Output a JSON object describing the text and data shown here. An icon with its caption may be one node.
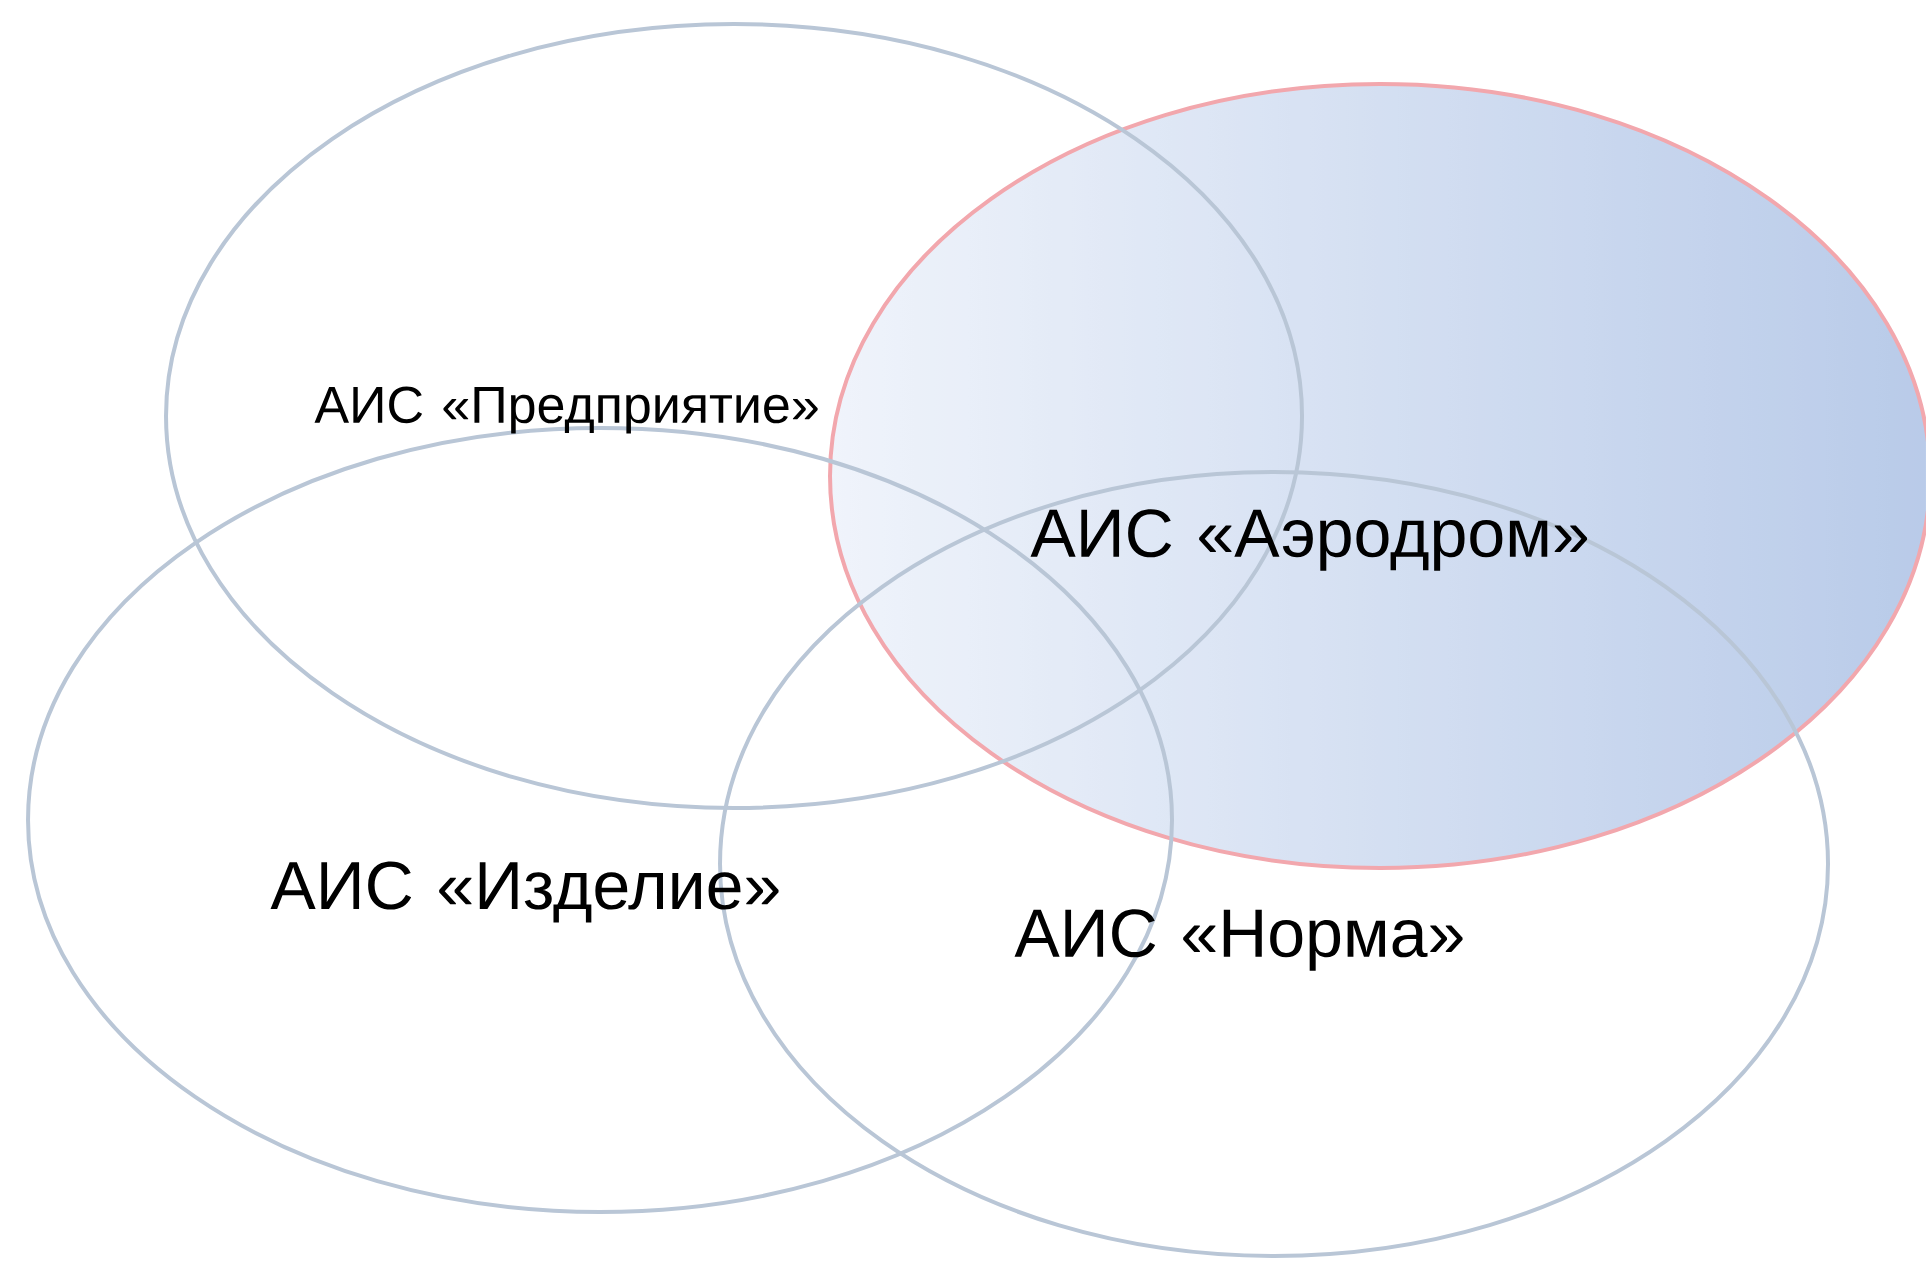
{
  "diagram": {
    "nodes": [
      {
        "text": [
          "АИС «Предприятие»"
        ]
      },
      {
        "text": [
          "АИС «Аэродром»"
        ]
      },
      {
        "text": [
          "АИС «Изделие»"
        ]
      },
      {
        "text": [
          "АИС «Норма»"
        ]
      }
    ]
  }
}
